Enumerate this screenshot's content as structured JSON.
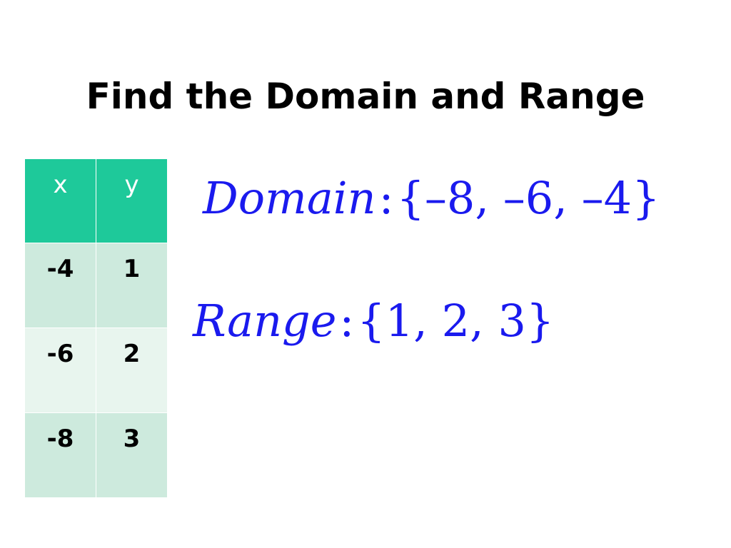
{
  "slide": {
    "title": "Find the Domain and Range"
  },
  "table": {
    "headers": [
      "x",
      "y"
    ],
    "rows": [
      [
        "-4",
        "1"
      ],
      [
        "-6",
        "2"
      ],
      [
        "-8",
        "3"
      ]
    ]
  },
  "domain": {
    "label": "Domain",
    "separator": ":",
    "set": "{–8, –6, –4}"
  },
  "range": {
    "label": "Range",
    "separator": ":",
    "set": "{1, 2, 3}"
  },
  "colors": {
    "header_fill": "#1ec99a",
    "row_fill_dark": "#cdeadd",
    "row_fill_light": "#e8f5ee",
    "math_text": "#1a1aee"
  }
}
